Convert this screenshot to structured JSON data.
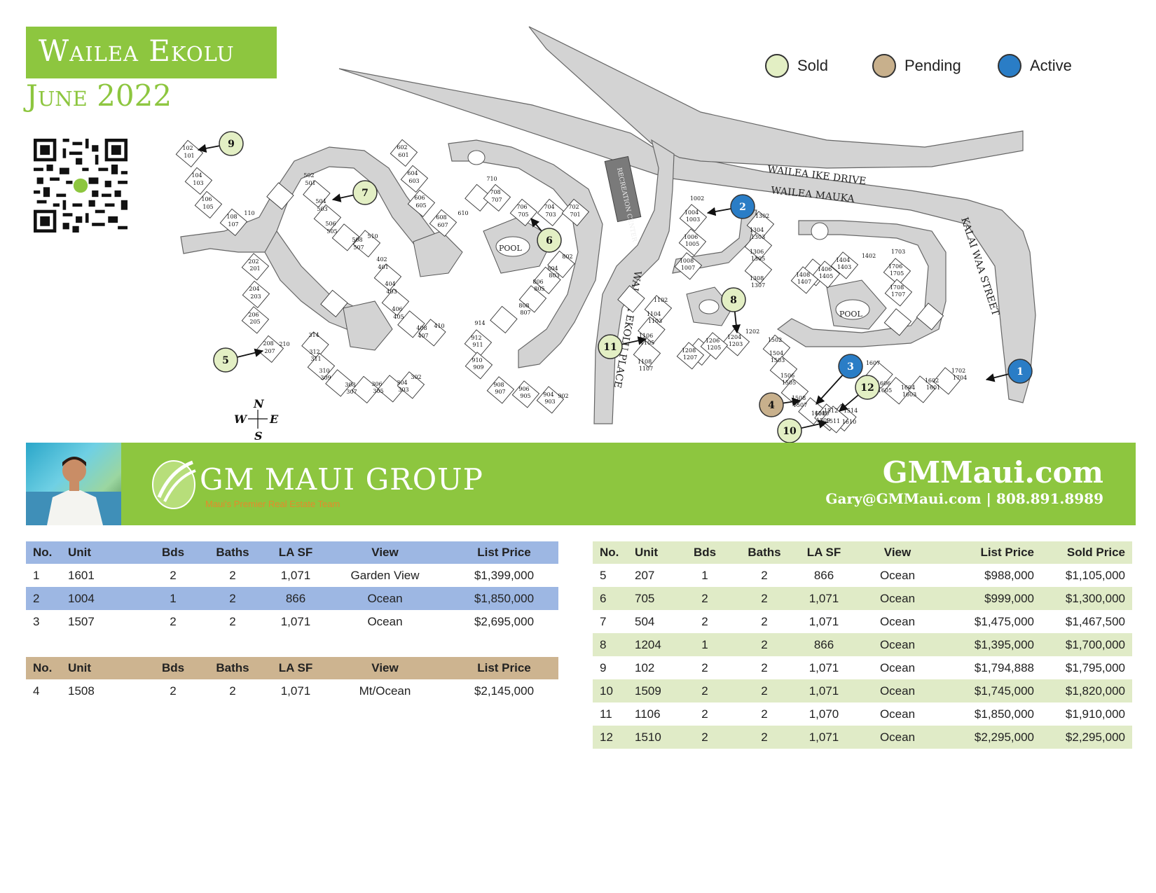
{
  "header": {
    "title": "Wailea Ekolu",
    "subtitle": "June 2022"
  },
  "legend": [
    {
      "label": "Sold",
      "color": "#e3efc4"
    },
    {
      "label": "Pending",
      "color": "#c8b08c"
    },
    {
      "label": "Active",
      "color": "#2a7dc6"
    }
  ],
  "map": {
    "streets": [
      "WAILEA IKE DRIVE",
      "WAILEA MAUKA",
      "KALAI WAA STREET",
      "WAILEA EKOLU PLACE"
    ],
    "labels": [
      "RECREATION CENTER",
      "POOL",
      "POOL"
    ],
    "compass": [
      "N",
      "W",
      "E",
      "S"
    ],
    "unit_labels": [
      "102",
      "101",
      "104",
      "103",
      "106",
      "105",
      "108",
      "107",
      "110",
      "502",
      "501",
      "504",
      "503",
      "506",
      "505",
      "508",
      "507",
      "510",
      "602",
      "601",
      "604",
      "603",
      "606",
      "605",
      "608",
      "607",
      "610",
      "710",
      "708",
      "707",
      "706",
      "705",
      "704",
      "703",
      "702",
      "701",
      "202",
      "201",
      "204",
      "203",
      "206",
      "205",
      "208",
      "207",
      "210",
      "402",
      "401",
      "404",
      "403",
      "406",
      "405",
      "408",
      "407",
      "410",
      "314",
      "312",
      "311",
      "310",
      "309",
      "308",
      "307",
      "306",
      "305",
      "304",
      "303",
      "302",
      "802",
      "804",
      "803",
      "806",
      "805",
      "808",
      "807",
      "914",
      "912",
      "911",
      "910",
      "909",
      "908",
      "907",
      "906",
      "905",
      "904",
      "903",
      "902",
      "1002",
      "1004",
      "1003",
      "1006",
      "1005",
      "1008",
      "1007",
      "1102",
      "1104",
      "1103",
      "1106",
      "1105",
      "1108",
      "1107",
      "1202",
      "1204",
      "1203",
      "1206",
      "1205",
      "1208",
      "1207",
      "1302",
      "1304",
      "1303",
      "1306",
      "1305",
      "1308",
      "1307",
      "1402",
      "1404",
      "1403",
      "1406",
      "1405",
      "1408",
      "1407",
      "1502",
      "1504",
      "1503",
      "1506",
      "1505",
      "1508",
      "1507",
      "1510",
      "1509",
      "1512",
      "1511",
      "1514",
      "1610",
      "1608",
      "1607",
      "1606",
      "1605",
      "1604",
      "1603",
      "1602",
      "1601",
      "1702",
      "1704",
      "1703",
      "1706",
      "1705",
      "1708",
      "1707"
    ],
    "markers": [
      {
        "n": "1",
        "status": "Active"
      },
      {
        "n": "2",
        "status": "Active"
      },
      {
        "n": "3",
        "status": "Active"
      },
      {
        "n": "4",
        "status": "Pending"
      },
      {
        "n": "5",
        "status": "Sold"
      },
      {
        "n": "6",
        "status": "Sold"
      },
      {
        "n": "7",
        "status": "Sold"
      },
      {
        "n": "8",
        "status": "Sold"
      },
      {
        "n": "9",
        "status": "Sold"
      },
      {
        "n": "10",
        "status": "Sold"
      },
      {
        "n": "11",
        "status": "Sold"
      },
      {
        "n": "12",
        "status": "Sold"
      }
    ]
  },
  "banner": {
    "brand": "GM MAUI GROUP",
    "tagline": "Maui's Premier Real Estate Team",
    "site": "GMMaui.com",
    "contact": "Gary@GMMaui.com | 808.891.8989"
  },
  "active_table": {
    "headers": [
      "No.",
      "Unit",
      "Bds",
      "Baths",
      "LA SF",
      "View",
      "List Price"
    ],
    "rows": [
      [
        "1",
        "1601",
        "2",
        "2",
        "1,071",
        "Garden View",
        "$1,399,000"
      ],
      [
        "2",
        "1004",
        "1",
        "2",
        "866",
        "Ocean",
        "$1,850,000"
      ],
      [
        "3",
        "1507",
        "2",
        "2",
        "1,071",
        "Ocean",
        "$2,695,000"
      ]
    ]
  },
  "pending_table": {
    "headers": [
      "No.",
      "Unit",
      "Bds",
      "Baths",
      "LA SF",
      "View",
      "List Price"
    ],
    "rows": [
      [
        "4",
        "1508",
        "2",
        "2",
        "1,071",
        "Mt/Ocean",
        "$2,145,000"
      ]
    ]
  },
  "sold_table": {
    "headers": [
      "No.",
      "Unit",
      "Bds",
      "Baths",
      "LA SF",
      "View",
      "List Price",
      "Sold Price"
    ],
    "rows": [
      [
        "5",
        "207",
        "1",
        "2",
        "866",
        "Ocean",
        "$988,000",
        "$1,105,000"
      ],
      [
        "6",
        "705",
        "2",
        "2",
        "1,071",
        "Ocean",
        "$999,000",
        "$1,300,000"
      ],
      [
        "7",
        "504",
        "2",
        "2",
        "1,071",
        "Ocean",
        "$1,475,000",
        "$1,467,500"
      ],
      [
        "8",
        "1204",
        "1",
        "2",
        "866",
        "Ocean",
        "$1,395,000",
        "$1,700,000"
      ],
      [
        "9",
        "102",
        "2",
        "2",
        "1,071",
        "Ocean",
        "$1,794,888",
        "$1,795,000"
      ],
      [
        "10",
        "1509",
        "2",
        "2",
        "1,071",
        "Ocean",
        "$1,745,000",
        "$1,820,000"
      ],
      [
        "11",
        "1106",
        "2",
        "2",
        "1,070",
        "Ocean",
        "$1,850,000",
        "$1,910,000"
      ],
      [
        "12",
        "1510",
        "2",
        "2",
        "1,071",
        "Ocean",
        "$2,295,000",
        "$2,295,000"
      ]
    ]
  }
}
